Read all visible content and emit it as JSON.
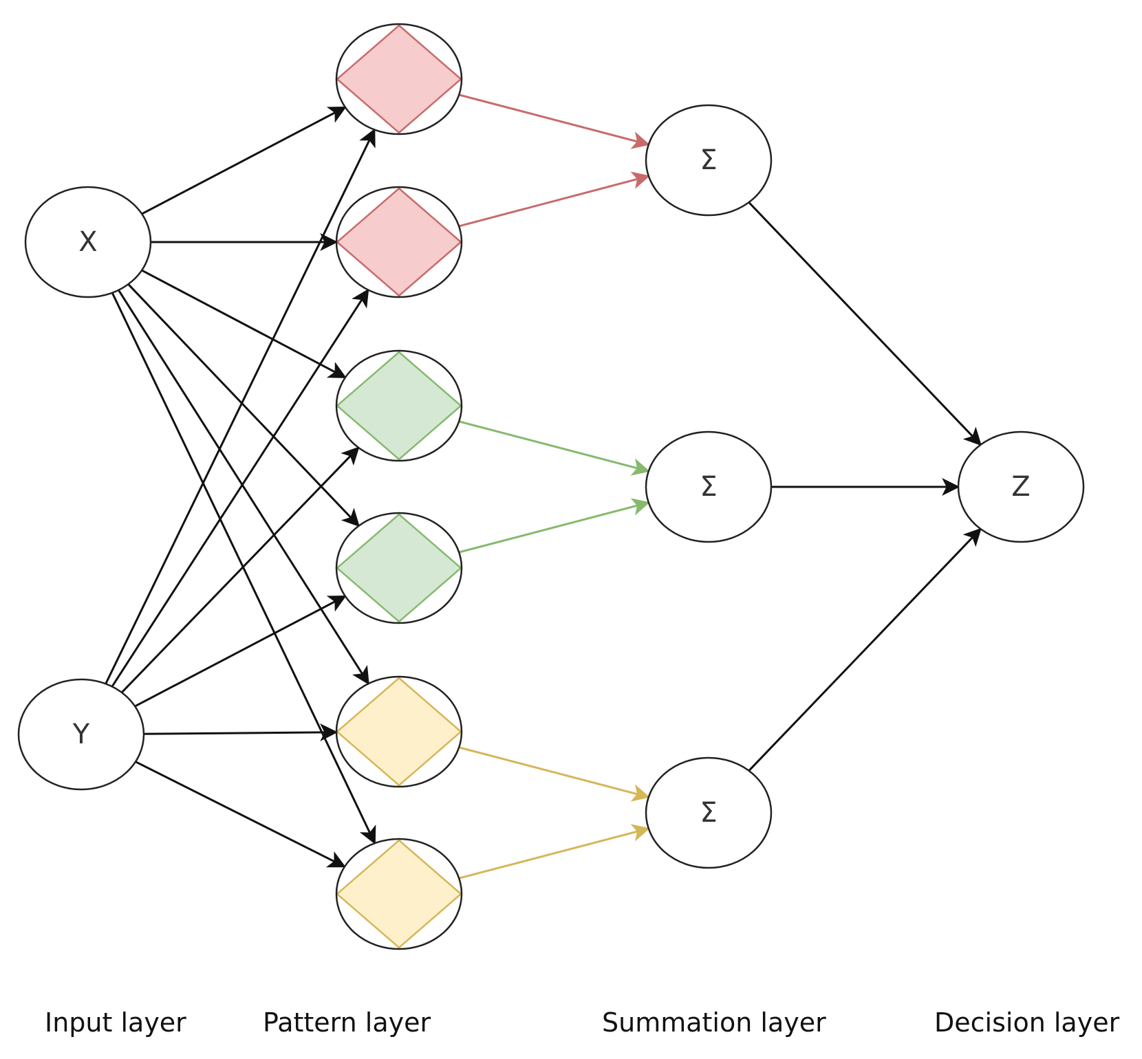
{
  "diagram": {
    "layers": [
      {
        "id": "input",
        "label": "Input layer"
      },
      {
        "id": "pattern",
        "label": "Pattern layer"
      },
      {
        "id": "summation",
        "label": "Summation layer"
      },
      {
        "id": "decision",
        "label": "Decision layer"
      }
    ],
    "nodes": {
      "input": [
        {
          "id": "x",
          "label": "X"
        },
        {
          "id": "y",
          "label": "Y"
        }
      ],
      "pattern": [
        {
          "id": "p1",
          "class": "red"
        },
        {
          "id": "p2",
          "class": "red"
        },
        {
          "id": "p3",
          "class": "green"
        },
        {
          "id": "p4",
          "class": "green"
        },
        {
          "id": "p5",
          "class": "yellow"
        },
        {
          "id": "p6",
          "class": "yellow"
        }
      ],
      "summation": [
        {
          "id": "s1",
          "label": "Σ",
          "class": "red"
        },
        {
          "id": "s2",
          "label": "Σ",
          "class": "green"
        },
        {
          "id": "s3",
          "label": "Σ",
          "class": "yellow"
        }
      ],
      "decision": [
        {
          "id": "z",
          "label": "Z"
        }
      ]
    },
    "class_colors": {
      "red": {
        "fill": "#f6cccc",
        "stroke": "#c96a6a"
      },
      "green": {
        "fill": "#d5e8d4",
        "stroke": "#86b96e"
      },
      "yellow": {
        "fill": "#fff0cc",
        "stroke": "#d6b656"
      },
      "black": {
        "fill": "#ffffff",
        "stroke": "#111111"
      }
    },
    "edges": [
      {
        "from": "x",
        "to": "p1"
      },
      {
        "from": "x",
        "to": "p2"
      },
      {
        "from": "x",
        "to": "p3"
      },
      {
        "from": "x",
        "to": "p4"
      },
      {
        "from": "x",
        "to": "p5"
      },
      {
        "from": "x",
        "to": "p6"
      },
      {
        "from": "y",
        "to": "p1"
      },
      {
        "from": "y",
        "to": "p2"
      },
      {
        "from": "y",
        "to": "p3"
      },
      {
        "from": "y",
        "to": "p4"
      },
      {
        "from": "y",
        "to": "p5"
      },
      {
        "from": "y",
        "to": "p6"
      },
      {
        "from": "p1",
        "to": "s1",
        "class": "red"
      },
      {
        "from": "p2",
        "to": "s1",
        "class": "red"
      },
      {
        "from": "p3",
        "to": "s2",
        "class": "green"
      },
      {
        "from": "p4",
        "to": "s2",
        "class": "green"
      },
      {
        "from": "p5",
        "to": "s3",
        "class": "yellow"
      },
      {
        "from": "p6",
        "to": "s3",
        "class": "yellow"
      },
      {
        "from": "s1",
        "to": "z"
      },
      {
        "from": "s2",
        "to": "z"
      },
      {
        "from": "s3",
        "to": "z"
      }
    ]
  }
}
